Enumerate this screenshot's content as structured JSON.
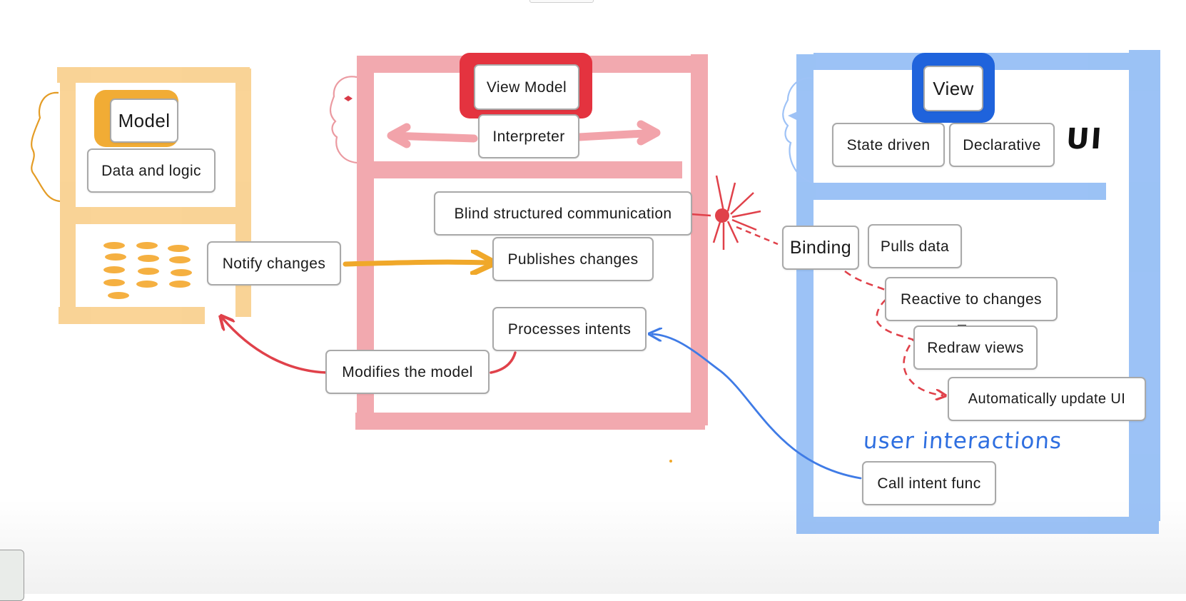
{
  "model": {
    "title": "Model",
    "subtitle": "Data and logic",
    "notify": "Notify changes"
  },
  "view_model": {
    "title": "View Model",
    "interpreter": "Interpreter",
    "communication": "Blind structured communication",
    "publishes": "Publishes changes",
    "processes": "Processes intents",
    "modifies": "Modifies the model"
  },
  "view": {
    "title": "View",
    "state_driven": "State driven",
    "declarative": "Declarative",
    "ui_label": "UI",
    "binding": "Binding",
    "pulls_data": "Pulls data",
    "reactive": "Reactive to changes",
    "redraw": "Redraw views",
    "auto_update": "Automatically update UI",
    "user_interactions": "user interactions",
    "call_intent": "Call intent func"
  },
  "colors": {
    "model": "#f5b041",
    "view_model": "#e8636e",
    "view": "#5a9af0",
    "arrow_notify": "#f0a82a",
    "arrow_modify": "#e0414a",
    "arrow_intent": "#3f7be6"
  }
}
